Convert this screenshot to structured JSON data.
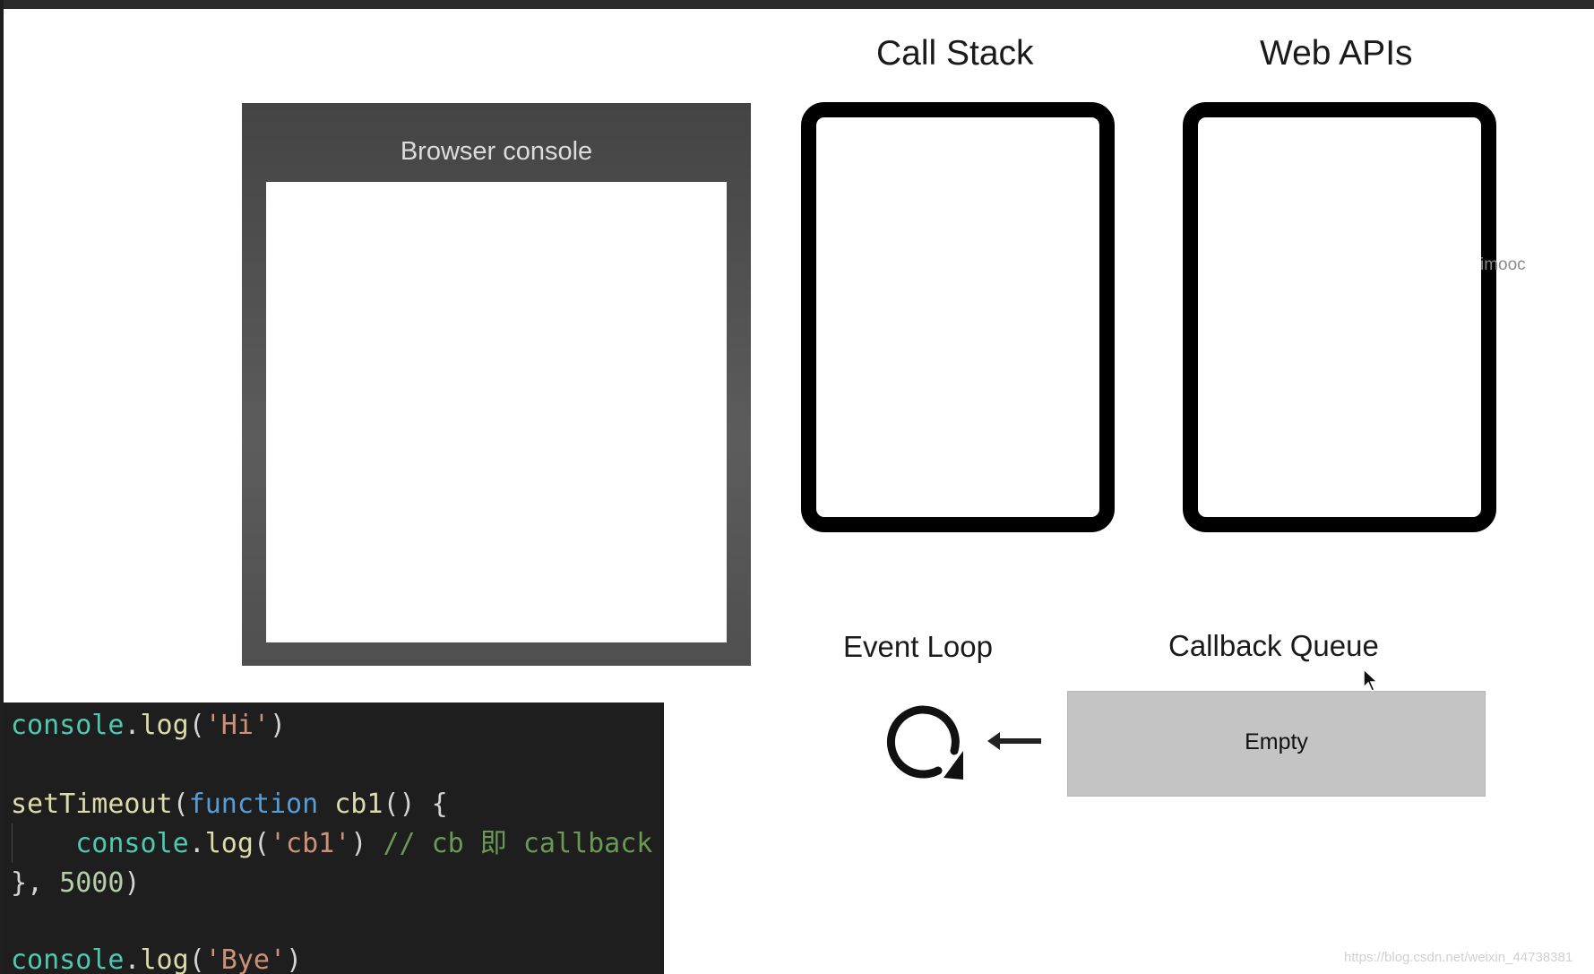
{
  "console_panel": {
    "title": "Browser console"
  },
  "call_stack": {
    "title": "Call Stack"
  },
  "web_apis": {
    "title": "Web APIs"
  },
  "event_loop": {
    "title": "Event Loop",
    "icon": "refresh-loop-icon",
    "arrow_icon": "arrow-left-icon"
  },
  "callback_queue": {
    "title": "Callback Queue",
    "content": "Empty"
  },
  "watermarks": {
    "small": "imooc",
    "url": "https://blog.csdn.net/weixin_44738381"
  },
  "code": {
    "line1": {
      "obj": "console",
      "dot": ".",
      "fn": "log",
      "open": "(",
      "str": "'Hi'",
      "close": ")"
    },
    "line3": {
      "fn": "setTimeout",
      "open": "(",
      "kw": "function",
      "name": " cb1",
      "rest": "() {"
    },
    "line4": {
      "indent": "    ",
      "obj": "console",
      "dot": ".",
      "fn": "log",
      "open": "(",
      "str": "'cb1'",
      "close": ") ",
      "comment": "// cb 即 callback"
    },
    "line5": {
      "start": "}, ",
      "num": "5000",
      "close": ")"
    },
    "line7": {
      "obj": "console",
      "dot": ".",
      "fn": "log",
      "open": "(",
      "str": "'Bye'",
      "close": ")"
    }
  },
  "colors": {
    "code_background": "#1e1e1e",
    "queue_background": "#c4c4c4",
    "console_frame": "#555555"
  }
}
